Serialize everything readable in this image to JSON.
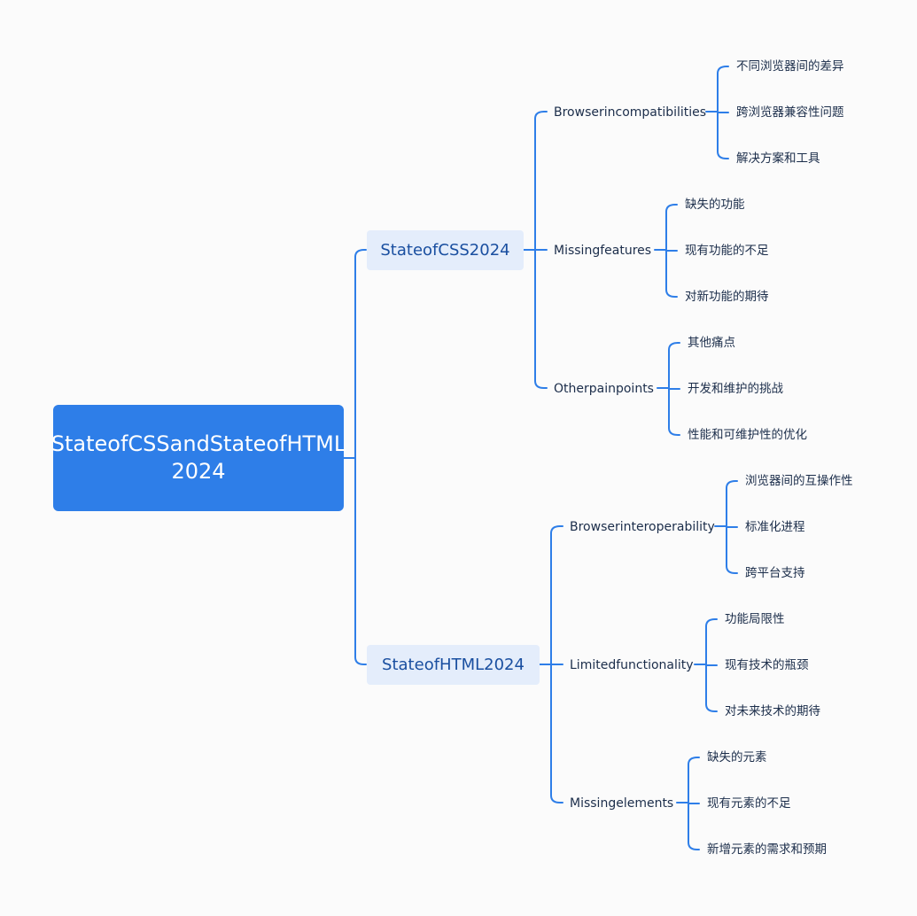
{
  "root": {
    "title": "StateofCSSandStateofHTML 2024"
  },
  "branches": [
    {
      "label": "StateofCSS2024",
      "children": [
        {
          "label": "Browserincompatibilities",
          "children": [
            "不同浏览器间的差异",
            "跨浏览器兼容性问题",
            "解决方案和工具"
          ]
        },
        {
          "label": "Missingfeatures",
          "children": [
            "缺失的功能",
            "现有功能的不足",
            "对新功能的期待"
          ]
        },
        {
          "label": "Otherpainpoints",
          "children": [
            "其他痛点",
            "开发和维护的挑战",
            "性能和可维护性的优化"
          ]
        }
      ]
    },
    {
      "label": "StateofHTML2024",
      "children": [
        {
          "label": "Browserinteroperability",
          "children": [
            "浏览器间的互操作性",
            "标准化进程",
            "跨平台支持"
          ]
        },
        {
          "label": "Limitedfunctionality",
          "children": [
            "功能局限性",
            "现有技术的瓶颈",
            "对未来技术的期待"
          ]
        },
        {
          "label": "Missingelements",
          "children": [
            "缺失的元素",
            "现有元素的不足",
            "新增元素的需求和预期"
          ]
        }
      ]
    }
  ],
  "colors": {
    "root_fill": "#2e7ee8",
    "branch_fill": "#e4edfb",
    "line": "#2e7ee8",
    "text": "#1b2d4a"
  }
}
